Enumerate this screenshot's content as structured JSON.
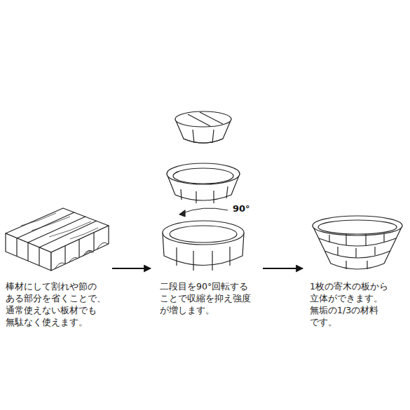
{
  "diagram": {
    "nodes": [
      {
        "text": [
          "棒材にして割れや節の ある部分を省くことで、 通常使えない板材でも 無駄なく使えます。"
        ]
      },
      {
        "text": [
          "二段目を90°回転する ことで収縮を抑え強度 が増します。"
        ]
      },
      {
        "text": [
          "1枚の寄木の板から 立体ができます。 無垢の1/3の材料 です。"
        ]
      }
    ],
    "edges": [
      {
        "from": 0,
        "to": 1,
        "arrow": "to"
      },
      {
        "from": 1,
        "to": 2,
        "arrow": "to"
      }
    ],
    "labels": [
      "90°"
    ]
  }
}
